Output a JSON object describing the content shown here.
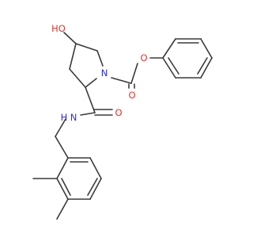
{
  "molecule": {
    "atom_labels": {
      "hydroxyl": "HO",
      "ring_nitrogen": "N",
      "carbamate_carbonyl_oxygen": "O",
      "ester_oxygen": "O",
      "amide_carbonyl_oxygen": "O",
      "amide_nitrogen": "N",
      "amide_hydrogen": "H"
    },
    "colors": {
      "bond": "#3a3a3a",
      "oxygen": "#e8312a",
      "nitrogen": "#2c2cf0"
    }
  }
}
